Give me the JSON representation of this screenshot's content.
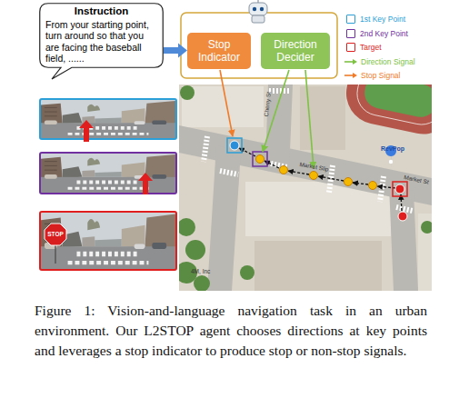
{
  "diagram": {
    "caption": "Figure 1: Vision-and-language navigation task in an urban environment. Our L2STOP agent chooses directions at key points and leverages a stop indicator to produce stop or non-stop signals.",
    "nodes": [
      {
        "text": [
          "Instruction",
          "From your starting point, turn around so that you are facing the baseball field, ......"
        ]
      },
      {
        "text": [
          "Stop Indicator"
        ]
      },
      {
        "text": [
          "Direction Decider"
        ]
      }
    ],
    "edges": [
      {
        "from": 0,
        "to": 1,
        "arrow": "to"
      }
    ],
    "labels": [
      "STOP",
      "Cherry St",
      "Market Slip",
      "RevPop",
      "Market St",
      "4M, Inc"
    ],
    "legend": [
      {
        "text": "1st Key Point",
        "color": "#2a9fd8"
      },
      {
        "text": "2nd Key Point",
        "color": "#7030a0"
      },
      {
        "text": "Target",
        "color": "#e01e1e"
      },
      {
        "text": "Direction Signal"
      },
      {
        "text": "Stop Signal"
      }
    ]
  }
}
